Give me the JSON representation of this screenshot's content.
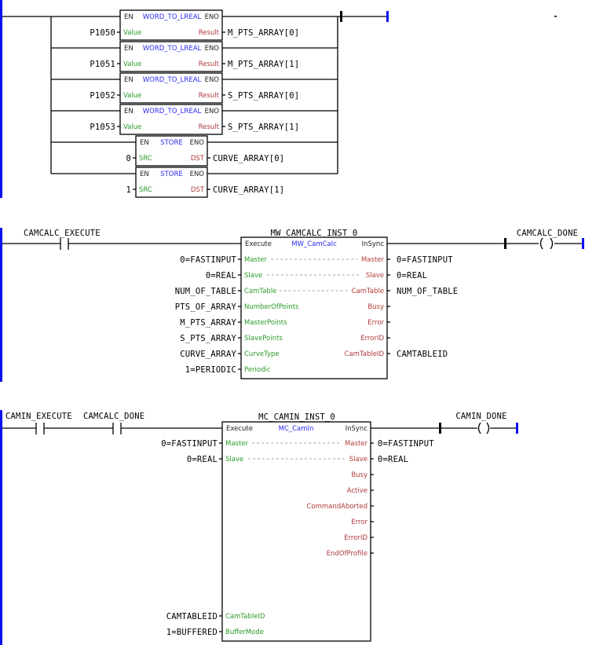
{
  "rung1": {
    "blocks": [
      {
        "type": "WORD_TO_LREAL",
        "en": "EN",
        "eno": "ENO",
        "in_pin": "Value",
        "out_pin": "Result",
        "input": "P1050",
        "output": "M_PTS_ARRAY[0]"
      },
      {
        "type": "WORD_TO_LREAL",
        "en": "EN",
        "eno": "ENO",
        "in_pin": "Value",
        "out_pin": "Result",
        "input": "P1051",
        "output": "M_PTS_ARRAY[1]"
      },
      {
        "type": "WORD_TO_LREAL",
        "en": "EN",
        "eno": "ENO",
        "in_pin": "Value",
        "out_pin": "Result",
        "input": "P1052",
        "output": "S_PTS_ARRAY[0]"
      },
      {
        "type": "WORD_TO_LREAL",
        "en": "EN",
        "eno": "ENO",
        "in_pin": "Value",
        "out_pin": "Result",
        "input": "P1053",
        "output": "S_PTS_ARRAY[1]"
      },
      {
        "type": "STORE",
        "en": "EN",
        "eno": "ENO",
        "in_pin": "SRC",
        "out_pin": "DST",
        "input": "0",
        "output": "CURVE_ARRAY[0]"
      },
      {
        "type": "STORE",
        "en": "EN",
        "eno": "ENO",
        "in_pin": "SRC",
        "out_pin": "DST",
        "input": "1",
        "output": "CURVE_ARRAY[1]"
      }
    ]
  },
  "rung2": {
    "contact": "CAMCALC_EXECUTE",
    "instance": "MW_CAMCALC_INST_0",
    "fb_type": "MW_CamCalc",
    "execute_pin": "Execute",
    "insync_pin": "InSync",
    "coil": "CAMCALC_DONE",
    "inputs": [
      {
        "pin": "Master",
        "var": "0=FASTINPUT",
        "out_pin": "Master",
        "out_var": "0=FASTINPUT"
      },
      {
        "pin": "Slave",
        "var": "0=REAL",
        "out_pin": "Slave",
        "out_var": "0=REAL"
      },
      {
        "pin": "CamTable",
        "var": "NUM_OF_TABLE",
        "out_pin": "CamTable",
        "out_var": "NUM_OF_TABLE"
      },
      {
        "pin": "NumberOfPoints",
        "var": "PTS_OF_ARRAY",
        "out_pin": "Busy",
        "out_var": ""
      },
      {
        "pin": "MasterPoints",
        "var": "M_PTS_ARRAY",
        "out_pin": "Error",
        "out_var": ""
      },
      {
        "pin": "SlavePoints",
        "var": "S_PTS_ARRAY",
        "out_pin": "ErrorID",
        "out_var": ""
      },
      {
        "pin": "CurveType",
        "var": "CURVE_ARRAY",
        "out_pin": "CamTableID",
        "out_var": "CAMTABLEID"
      },
      {
        "pin": "Periodic",
        "var": "1=PERIODIC",
        "out_pin": "",
        "out_var": ""
      }
    ]
  },
  "rung3": {
    "contacts": [
      "CAMIN_EXECUTE",
      "CAMCALC_DONE"
    ],
    "instance": "MC_CAMIN_INST_0",
    "fb_type": "MC_CamIn",
    "execute_pin": "Execute",
    "insync_pin": "InSync",
    "coil": "CAMIN_DONE",
    "rows": [
      {
        "pin": "Master",
        "var": "0=FASTINPUT",
        "out_pin": "Master",
        "out_var": "0=FASTINPUT"
      },
      {
        "pin": "Slave",
        "var": "0=REAL",
        "out_pin": "Slave",
        "out_var": "0=REAL"
      },
      {
        "pin": "",
        "var": "",
        "out_pin": "Busy",
        "out_var": ""
      },
      {
        "pin": "",
        "var": "",
        "out_pin": "Active",
        "out_var": ""
      },
      {
        "pin": "",
        "var": "",
        "out_pin": "CommandAborted",
        "out_var": ""
      },
      {
        "pin": "",
        "var": "",
        "out_pin": "Error",
        "out_var": ""
      },
      {
        "pin": "",
        "var": "",
        "out_pin": "ErrorID",
        "out_var": ""
      },
      {
        "pin": "",
        "var": "",
        "out_pin": "EndOfProfile",
        "out_var": ""
      }
    ],
    "bottom_inputs": [
      {
        "pin": "CamTableID",
        "var": "CAMTABLEID"
      },
      {
        "pin": "BufferMode",
        "var": "1=BUFFERED"
      }
    ]
  }
}
